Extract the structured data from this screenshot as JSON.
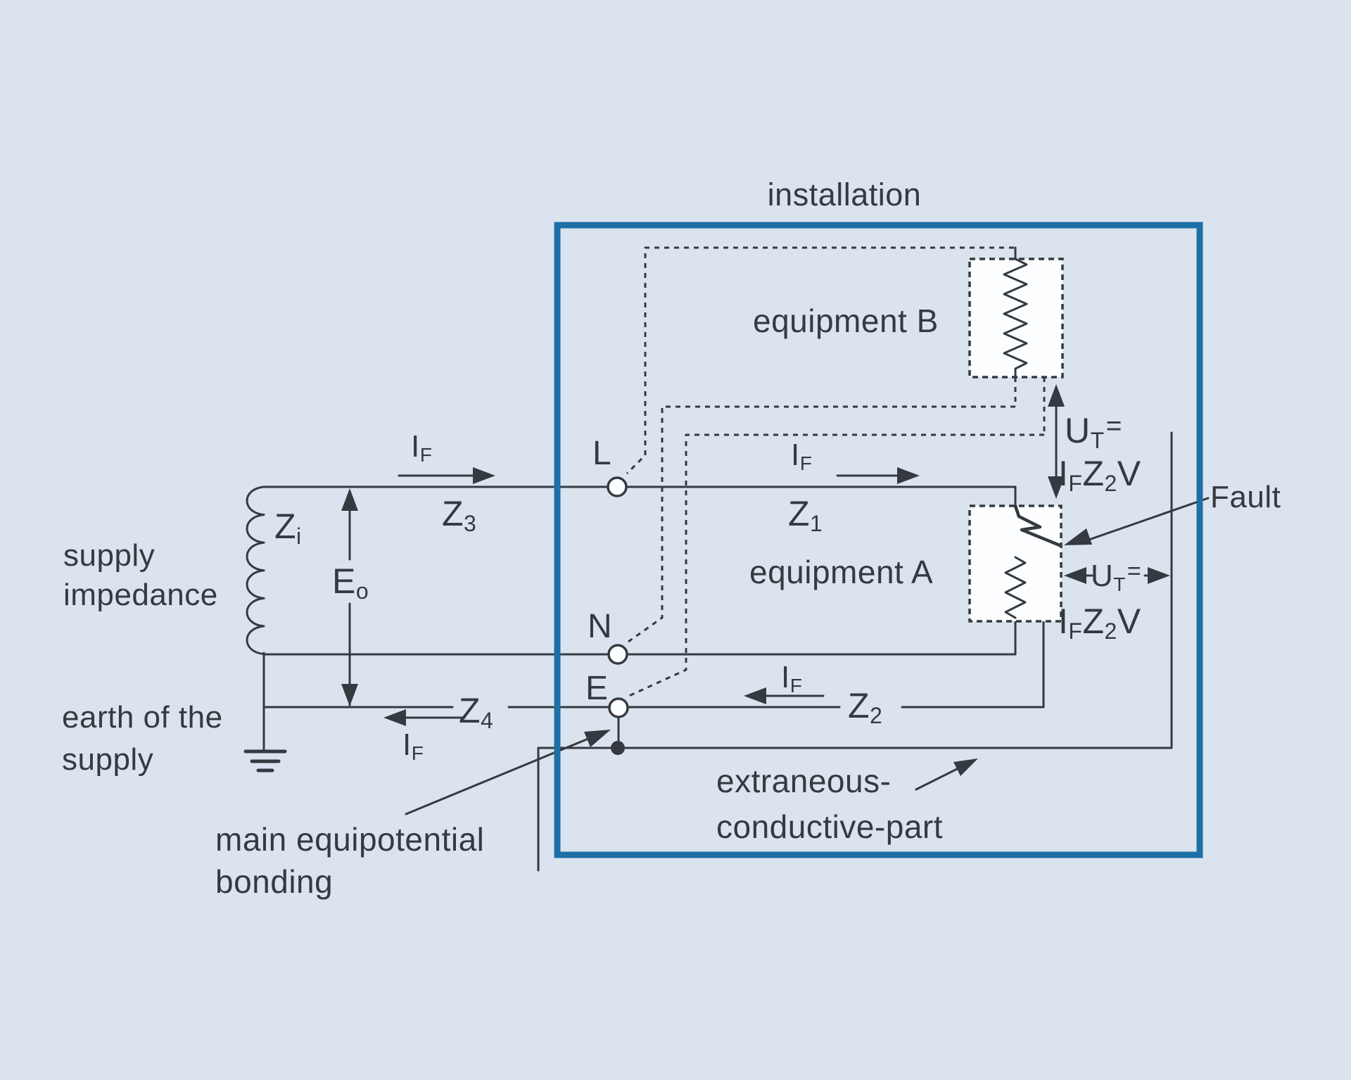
{
  "colors": {
    "accent": "#1e6fa6",
    "ink": "#343a40",
    "bg": "#dbe4ee",
    "panel": "#fcfdff"
  },
  "title": {
    "text": "installation"
  },
  "nodes": {
    "l": "L",
    "n": "N",
    "e": "E"
  },
  "labels": {
    "supply_impedance": [
      "supply",
      "impedance"
    ],
    "earth_supply": [
      "earth of the",
      "supply"
    ],
    "main_bonding": [
      "main equipotential",
      "bonding"
    ],
    "extraneous": [
      "extraneous-",
      "conductive-part"
    ],
    "equipment_a": "equipment A",
    "equipment_b": "equipment B",
    "fault": "Fault"
  },
  "symbols": {
    "z_i": {
      "main": "Z",
      "sub": "i"
    },
    "z_1": {
      "main": "Z",
      "sub": "1"
    },
    "z_2": {
      "main": "Z",
      "sub": "2"
    },
    "z_3": {
      "main": "Z",
      "sub": "3"
    },
    "z_4": {
      "main": "Z",
      "sub": "4"
    },
    "e_o": {
      "main": "E",
      "sub": "o"
    },
    "i_f": {
      "main": "I",
      "sub": "F"
    },
    "u_t": {
      "main": "U",
      "sub": "T",
      "eq": "="
    },
    "touch_voltage": {
      "i": "I",
      "i_sub": "F",
      "z": "Z",
      "z_sub": "2",
      "v": "V"
    }
  }
}
